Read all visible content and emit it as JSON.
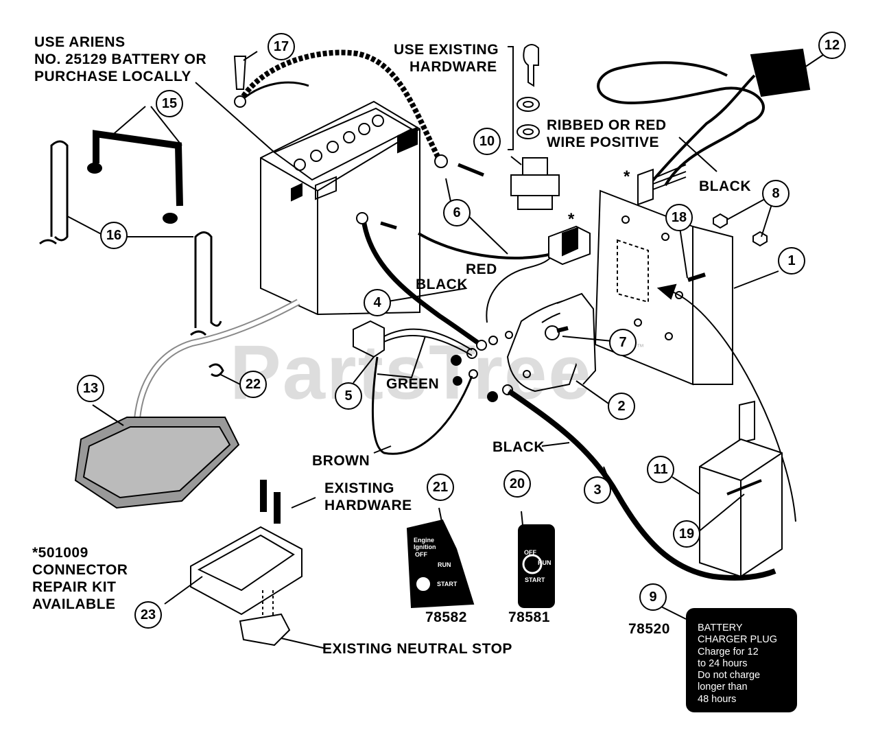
{
  "diagram": {
    "watermark": "PartsTree",
    "labels": {
      "battery_note_1": "USE ARIENS",
      "battery_note_2": "NO. 25129 BATTERY OR",
      "battery_note_3": "PURCHASE LOCALLY",
      "use_existing_1": "USE EXISTING",
      "use_existing_2": "HARDWARE",
      "ribbed_1": "RIBBED OR RED",
      "ribbed_2": "WIRE POSITIVE",
      "black_top": "BLACK",
      "black_mid": "BLACK",
      "red": "RED",
      "green": "GREEN",
      "brown": "BROWN",
      "black_low": "BLACK",
      "existing_hw_1": "EXISTING",
      "existing_hw_2": "HARDWARE",
      "kit_1": "*501009",
      "kit_2": "CONNECTOR",
      "kit_3": "REPAIR KIT",
      "kit_4": "AVAILABLE",
      "neutral_stop": "EXISTING NEUTRAL STOP",
      "star_1": "*",
      "star_2": "*",
      "decal_21_num": "78582",
      "decal_20_num": "78581",
      "decal_9_num": "78520"
    },
    "decal_21": {
      "engine": "Engine",
      "ignition": "Ignition",
      "off": "OFF",
      "run": "RUN",
      "start": "START"
    },
    "decal_20": {
      "off": "OFF",
      "run": "RUN",
      "start": "START"
    },
    "charger_decal": "BATTERY\nCHARGER PLUG\nCharge for 12\nto 24 hours\nDo not charge\nlonger than\n48 hours",
    "callouts": [
      "1",
      "2",
      "3",
      "4",
      "5",
      "6",
      "7",
      "8",
      "9",
      "10",
      "11",
      "12",
      "13",
      "15",
      "16",
      "17",
      "18",
      "19",
      "20",
      "21",
      "22",
      "23"
    ],
    "colors": {
      "ink": "#000000",
      "paper": "#ffffff"
    }
  }
}
